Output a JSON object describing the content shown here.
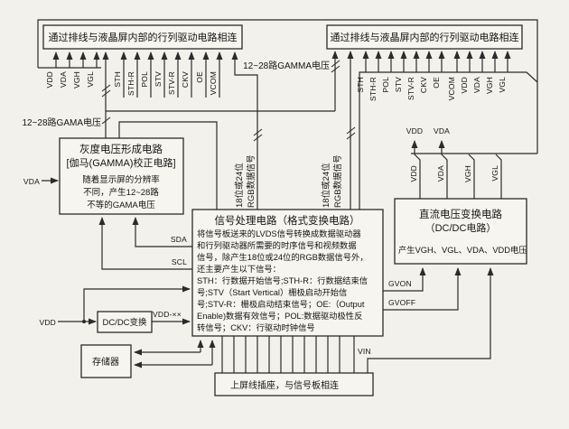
{
  "boxes": {
    "top_left": "通过排线与液晶屏内部的行列驱动电路相连",
    "top_right": "通过排线与液晶屏内部的行列驱动电路相连",
    "gamma": {
      "line1": "灰度电压形成电路",
      "line2": "[伽马(GAMMA)校正电路]",
      "body": [
        "随着显示屏的分辨率",
        "不同，产生12~28路",
        "不等的GAMA电压"
      ]
    },
    "signal": {
      "title": "信号处理电路（格式变换电路）",
      "body": [
        "将信号板送来的LVDS信号转换成数据驱动器",
        "和行列驱动器所需要的时序信号和视频数据",
        "信号，除产生18位或24位的RGB数据信号外，",
        "还主要产生以下信号：",
        "STH：行数据开始信号;STH-R：行数据结束信",
        "号;STV（Start Vertical）栅极启动开始信",
        "号;STV-R：栅极启动结束信号；OE:（Output",
        "Enable)数据有效信号；POL:数据驱动极性反",
        "转信号；CKV：行驱动时钟信号"
      ]
    },
    "dcdc_main": {
      "line1": "直流电压变换电路",
      "line2": "（DC/DC电路）",
      "body": "产生VGH、VGL、VDA、VDD电压"
    },
    "dcdc_small": "DC/DC变换",
    "memory": "存储器",
    "socket": "上屏线插座，与信号板相连"
  },
  "signals": {
    "left_power": [
      "VDD",
      "VDA",
      "VGH",
      "VGL"
    ],
    "left_timing": [
      "STH",
      "STH-R",
      "POL",
      "STV",
      "STV-R",
      "CKV",
      "OE",
      "VCOM"
    ],
    "right_cable": [
      "STH",
      "STH-R",
      "POL",
      "STV",
      "STV-R",
      "CKV",
      "OE",
      "VCOM",
      "VDD",
      "VDA",
      "VGH",
      "VGL"
    ],
    "dcdc_top": [
      "VDD",
      "VDA",
      "VGH",
      "VGL"
    ],
    "dcdc_branch": [
      "VDD",
      "VDA"
    ]
  },
  "wire_labels": {
    "gamma_left": "12~28路GAMA电压",
    "gamma_right": "12~28路GAMMA电压",
    "rgb_bits": "18位或24位",
    "rgb_name": "RGB数据信号",
    "vda": "VDA",
    "vdd": "VDD",
    "vdd_xx": "VDD-××",
    "sda": "SDA",
    "scl": "SCL",
    "gvon": "GVON",
    "gvoff": "GVOFF",
    "vin": "VIN"
  }
}
